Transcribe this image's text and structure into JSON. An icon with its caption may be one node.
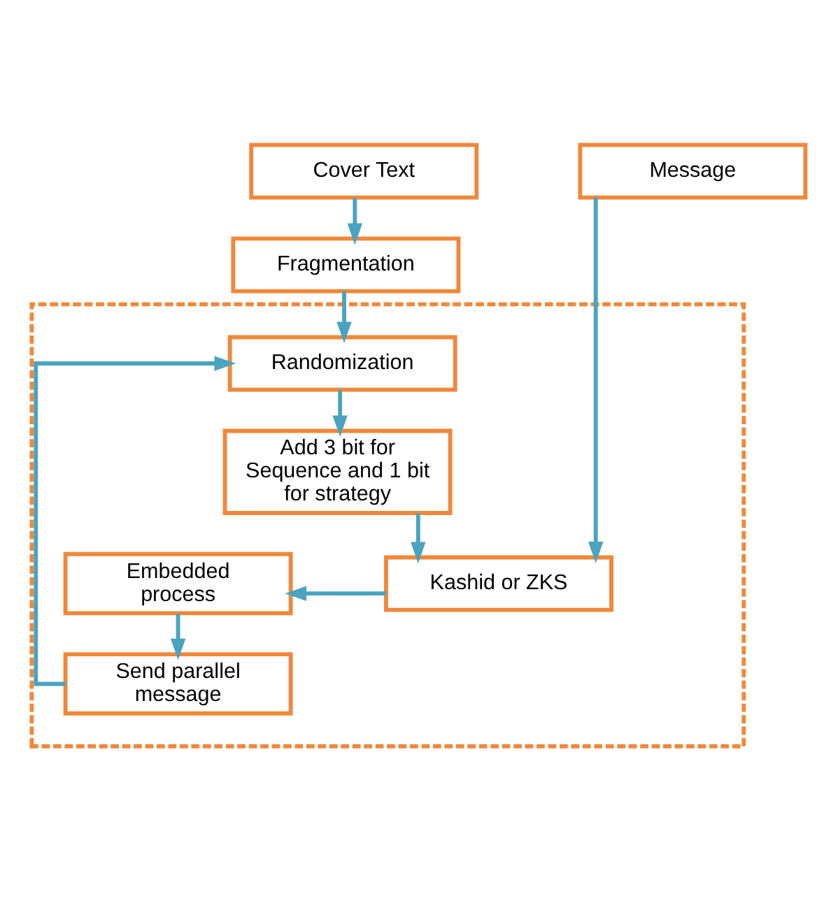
{
  "diagram": {
    "nodes": [
      {
        "text": [
          "Cover Text"
        ]
      },
      {
        "text": [
          "Message"
        ]
      },
      {
        "text": [
          "Fragmentation"
        ]
      },
      {
        "text": [],
        "shape": "box"
      },
      {
        "text": [
          "Randomization"
        ],
        "in": 3
      },
      {
        "text": [
          "Add 3 bit for Sequence and 1 bit for strategy"
        ],
        "in": 3
      },
      {
        "text": [
          "Embedded process"
        ],
        "in": 3
      },
      {
        "text": [
          "Kashid or ZKS"
        ],
        "in": 3
      },
      {
        "text": [
          "Send parallel message"
        ],
        "in": 3
      }
    ],
    "edges": [
      {
        "from": 0,
        "to": 2,
        "arrow": "to"
      },
      {
        "from": 2,
        "to": 4,
        "arrow": "to"
      },
      {
        "from": 4,
        "to": 5,
        "arrow": "to"
      },
      {
        "from": 5,
        "to": 7,
        "arrow": "to"
      },
      {
        "from": 1,
        "to": 7,
        "arrow": "to"
      },
      {
        "from": 7,
        "to": 6,
        "arrow": "to"
      },
      {
        "from": 6,
        "to": 8,
        "arrow": "to"
      },
      {
        "from": 8,
        "to": 4,
        "arrow": "to"
      }
    ]
  }
}
